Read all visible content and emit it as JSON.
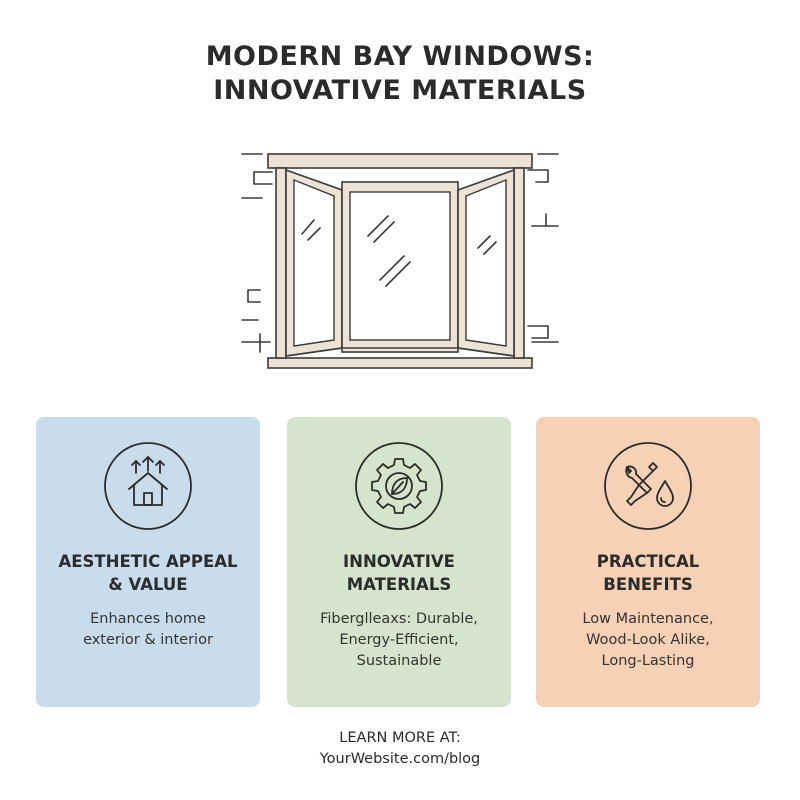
{
  "title": {
    "line1": "MODERN BAY WINDOWS:",
    "line2": "INNOVATIVE MATERIALS"
  },
  "illustration": {
    "icon": "bay-window-icon",
    "frame_color": "#ece3d4",
    "outline_color": "#3a3a3a"
  },
  "cards": [
    {
      "icon": "house-arrows-icon",
      "background": "#c9dceb",
      "title_line1": "AESTHETIC APPEAL",
      "title_line2": "& VALUE",
      "body_line1": "Enhances home",
      "body_line2": "exterior & interior",
      "body_line3": ""
    },
    {
      "icon": "gear-leaf-icon",
      "background": "#d5e4cd",
      "title_line1": "INNOVATIVE",
      "title_line2": "MATERIALS",
      "body_line1": "Fiberglleaxs: Durable,",
      "body_line2": "Energy-Efficient,",
      "body_line3": "Sustainable"
    },
    {
      "icon": "wrench-screwdriver-drop-icon",
      "background": "#f6d1b6",
      "title_line1": "PRACTICAL",
      "title_line2": "BENEFITS",
      "body_line1": "Low Maintenance,",
      "body_line2": "Wood-Look Alike,",
      "body_line3": "Long-Lasting"
    }
  ],
  "footer": {
    "line1": "LEARN MORE AT:",
    "line2": "YourWebsite.com/blog"
  }
}
